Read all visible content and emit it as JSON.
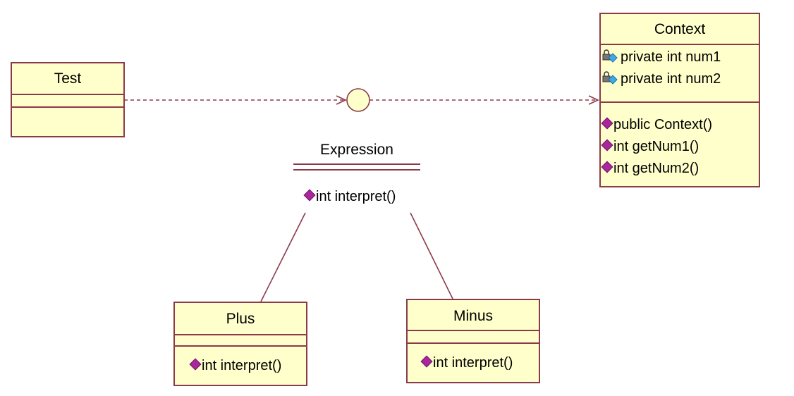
{
  "classes": {
    "test": {
      "name": "Test"
    },
    "context": {
      "name": "Context",
      "attributes": [
        "private int num1",
        "private int num2"
      ],
      "operations": [
        "public Context()",
        "int getNum1()",
        "int getNum2()"
      ]
    },
    "plus": {
      "name": "Plus",
      "operations": [
        "int interpret()"
      ]
    },
    "minus": {
      "name": "Minus",
      "operations": [
        "int interpret()"
      ]
    }
  },
  "interface": {
    "name": "Expression",
    "operations": [
      "int interpret()"
    ]
  },
  "colors": {
    "class_fill": "#ffffcc",
    "border": "#8b3a4a",
    "operation_icon": "#a9279d",
    "attribute_icon": "#3fa9e8"
  }
}
